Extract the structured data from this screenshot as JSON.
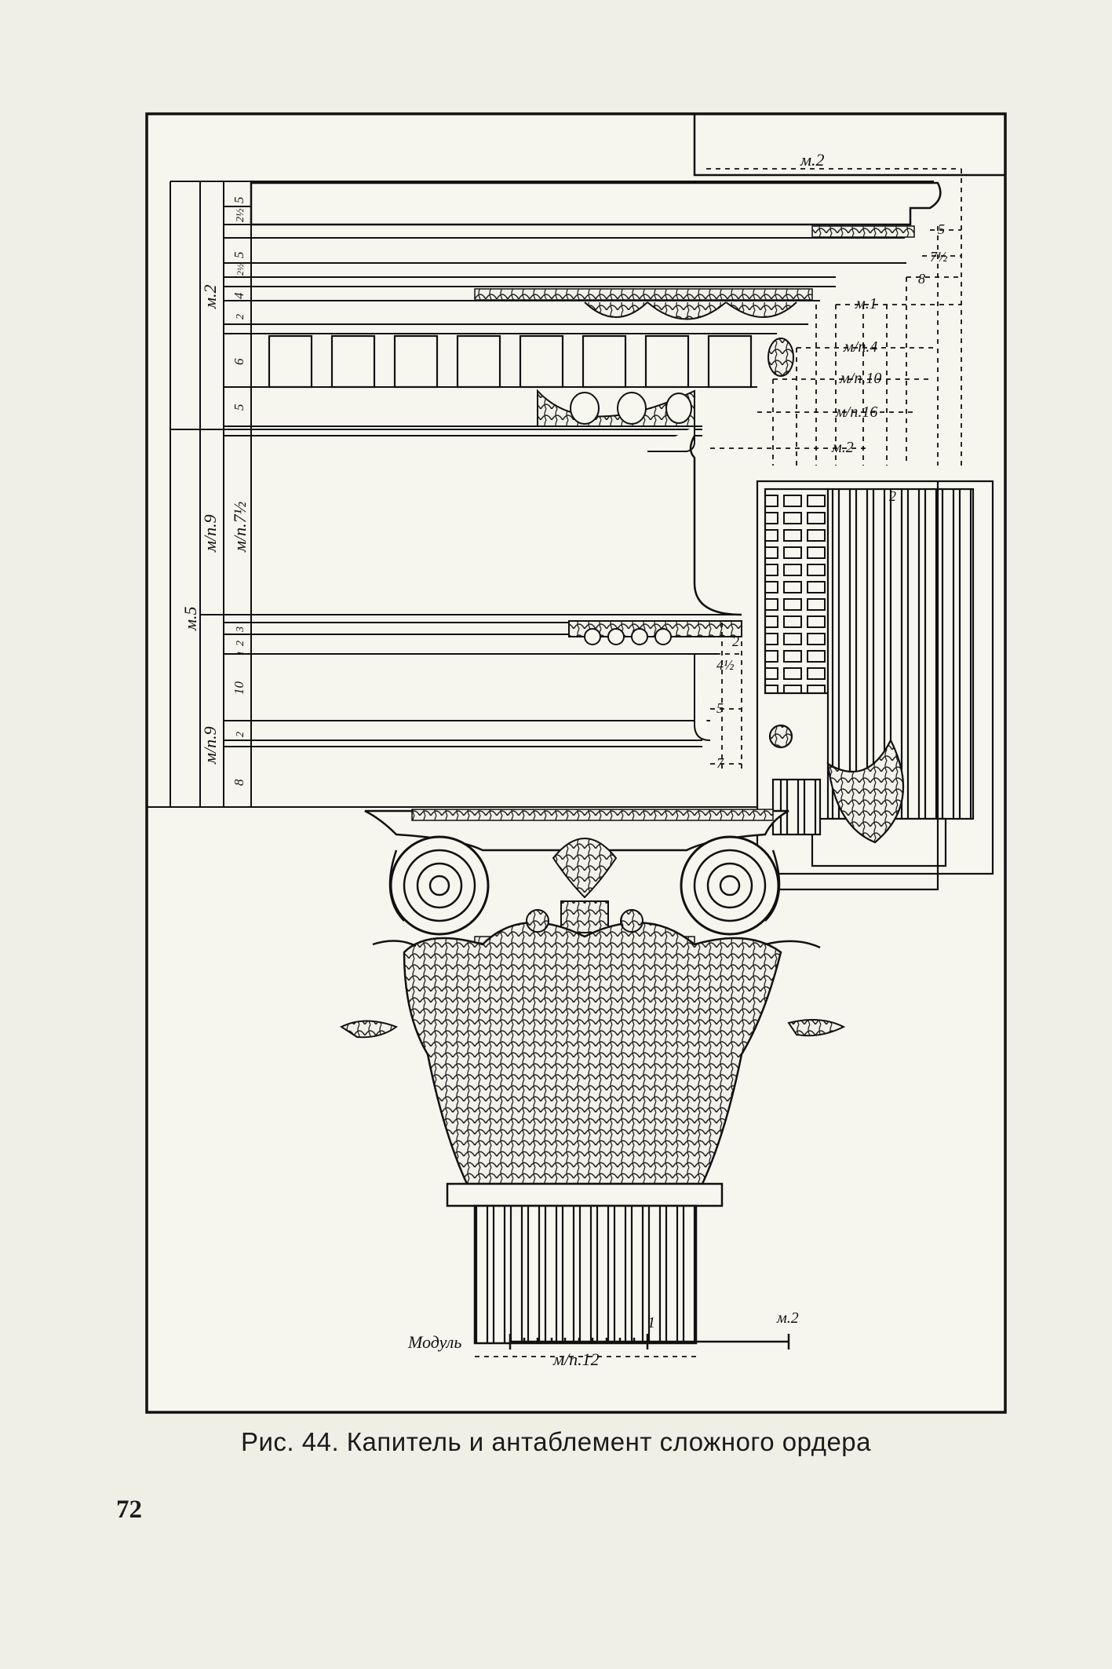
{
  "figure": {
    "caption": "Рис. 44. Капитель и антаблемент сложного ордера",
    "scale_label": "Модуль",
    "scale_one": "1",
    "scale_end": "м.2",
    "dims": {
      "top": "м.2",
      "col_width": "м/п.12",
      "left_outer": "м.5",
      "cornice": "м.2",
      "frieze": "м/п.9",
      "frieze_inner": "м/п.7½",
      "architrave": "м/п.9"
    },
    "left_numbers": [
      "5",
      "2½",
      "5",
      "2½",
      "4",
      "2",
      "6",
      "5",
      "3",
      "2",
      "1",
      "10",
      "2",
      "8"
    ],
    "right_numbers": [
      "5",
      "7½",
      "8",
      "2",
      "4½",
      "5",
      "7",
      "2"
    ],
    "right_labels": [
      "м.1",
      "м/п.4",
      "м/п.10",
      "м/п.16",
      "м.2"
    ]
  },
  "page_number": "72"
}
